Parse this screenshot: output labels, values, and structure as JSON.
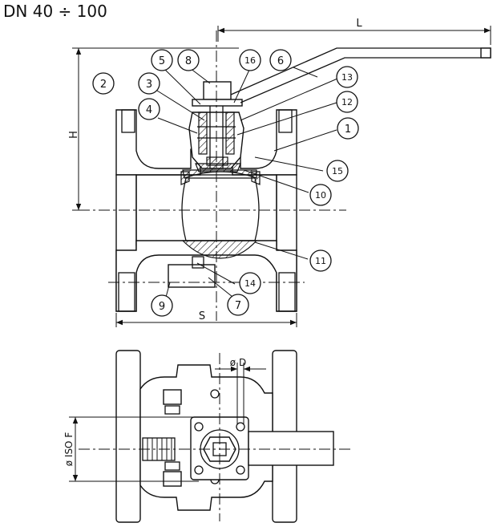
{
  "title": "DN 40 ÷ 100",
  "dimensions": {
    "L": "L",
    "H": "H",
    "S": "S",
    "phi_D": "ø D",
    "phi_ISO_F": "ø ISO F"
  },
  "callouts": {
    "c1": "1",
    "c2": "2",
    "c3": "3",
    "c4": "4",
    "c5": "5",
    "c6": "6",
    "c7": "7",
    "c8": "8",
    "c9": "9",
    "c10": "10",
    "c11": "11",
    "c12": "12",
    "c13": "13",
    "c14": "14",
    "c15": "15",
    "c16": "16"
  }
}
